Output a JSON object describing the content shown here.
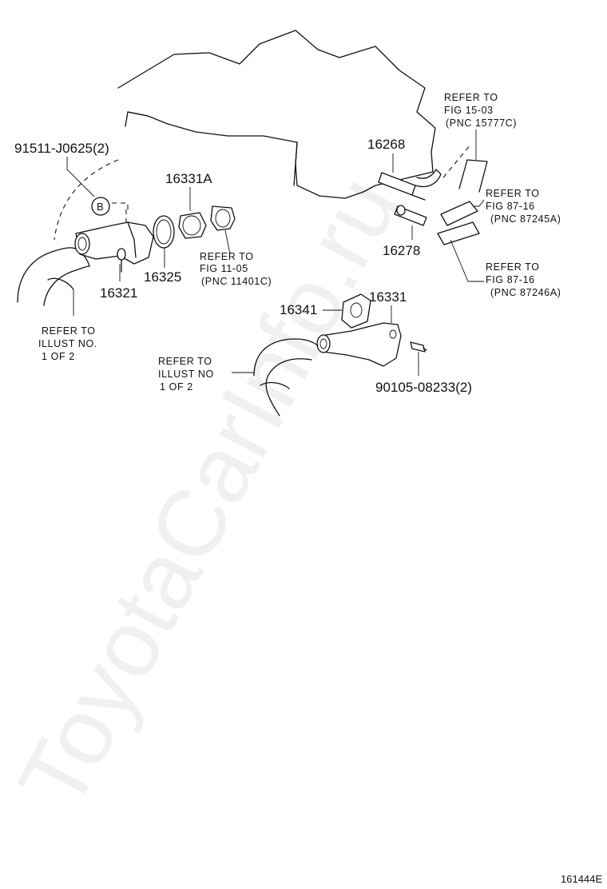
{
  "part_numbers": {
    "p91511": "91511-J0625(2)",
    "p16331A": "16331A",
    "p16321": "16321",
    "p16325": "16325",
    "p16268": "16268",
    "p16278": "16278",
    "p16341": "16341",
    "p16331": "16331",
    "p90105": "90105-08233(2)"
  },
  "callout_marker": "B",
  "refs": {
    "fig_15_03": [
      "REFER TO",
      "FIG 15-03",
      "(PNC 15777C)"
    ],
    "fig_87_16_a": [
      "REFER TO",
      "FIG 87-16",
      "(PNC 87245A)"
    ],
    "fig_87_16_b": [
      "REFER TO",
      "FIG 87-16",
      "(PNC 87246A)"
    ],
    "fig_11_05": [
      "REFER TO",
      "FIG 11-05",
      "(PNC 11401C)"
    ],
    "illust_left": [
      "REFER TO",
      "ILLUST NO.",
      "1 OF 2"
    ],
    "illust_mid": [
      "REFER TO",
      "ILLUST NO",
      "1 OF 2"
    ]
  },
  "watermark": "ToyotaCarInfo.ru",
  "figure_id": "161444E"
}
